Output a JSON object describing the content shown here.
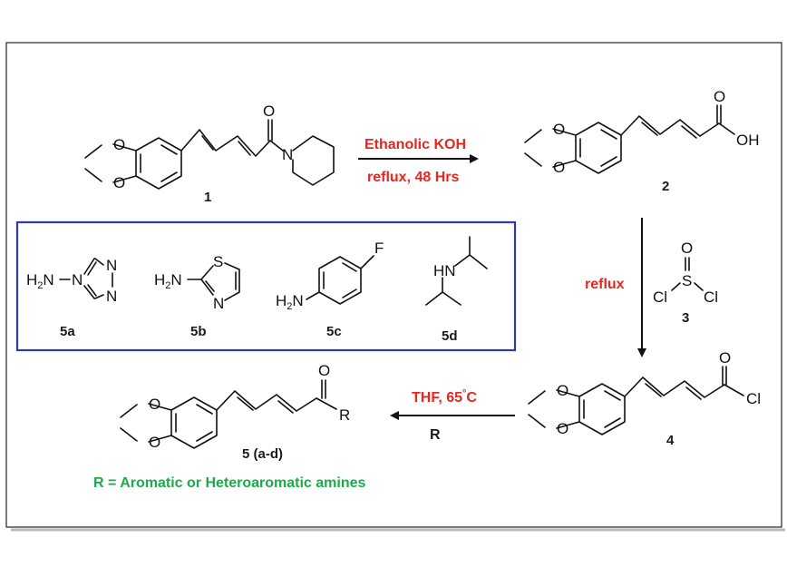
{
  "compounds": {
    "c1": "1",
    "c2": "2",
    "c3": "3",
    "c4": "4",
    "c5": "5 (a-d)",
    "c5a": "5a",
    "c5b": "5b",
    "c5c": "5c",
    "c5d": "5d"
  },
  "atoms": {
    "O": "O",
    "N": "N",
    "S": "S",
    "F": "F",
    "OH": "OH",
    "Cl": "Cl",
    "R": "R",
    "H2N": "H",
    "H2N_sub": "2",
    "H2N_N": "N",
    "HN": "HN"
  },
  "conditions": {
    "step1_top": "Ethanolic KOH",
    "step1_bottom": "reflux, 48 Hrs",
    "step2": "reflux",
    "step3_top": "THF, 65",
    "step3_deg": "°",
    "step3_unit": "C",
    "step3_bottom": "R"
  },
  "footnote": "R = Aromatic or Heteroaromatic amines",
  "colors": {
    "condition_red": "#e8251f",
    "footnote_green": "#1bab4a",
    "box_blue": "#2e3aa8",
    "frame": "#333333"
  }
}
